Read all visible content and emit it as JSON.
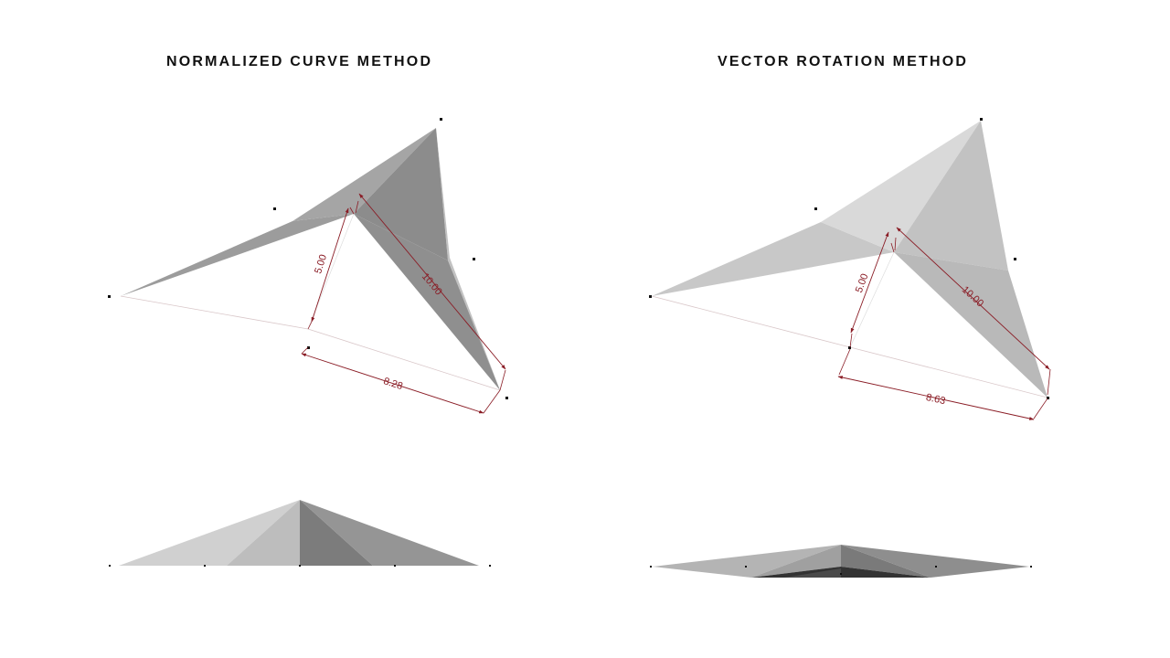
{
  "panels": [
    {
      "title": "NORMALIZED CURVE METHOD",
      "dimensions": {
        "height": "5.00",
        "diagonal": "10.00",
        "base": "8.28"
      }
    },
    {
      "title": "VECTOR ROTATION METHOD",
      "dimensions": {
        "height": "5.00",
        "diagonal": "10.00",
        "base": "8.63"
      }
    }
  ],
  "colors": {
    "dimension": "#8a1c25",
    "face_light": "#d4d4d4",
    "face_mid": "#a9a9a9",
    "face_dark": "#8a8a8a",
    "face_darkest": "#3a3a3a",
    "point": "#111111"
  }
}
